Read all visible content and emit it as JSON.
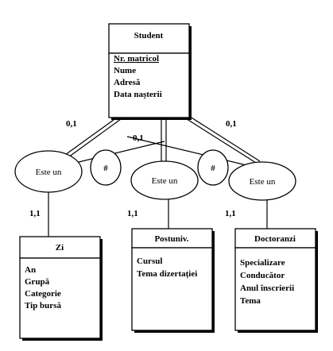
{
  "entities": {
    "student": {
      "title": "Student",
      "attributes": [
        "Nr. matricol",
        "Nume",
        "Adresă",
        "Data nașterii"
      ],
      "key_attribute": "Nr. matricol"
    },
    "zi": {
      "title": "Zi",
      "attributes": [
        "An",
        "Grupă",
        "Categorie",
        "Tip bursă"
      ]
    },
    "postuniv": {
      "title": "Postuniv.",
      "attributes": [
        "Cursul",
        "Tema dizertației"
      ]
    },
    "doctoranzi": {
      "title": "Doctoranzi",
      "attributes": [
        "Specializare",
        "Conducător",
        "Anul înscrierii",
        "Tema"
      ]
    }
  },
  "relationships": {
    "left": "Este un",
    "middle": "Este un",
    "right": "Este un"
  },
  "exclusion_marks": {
    "left": "#",
    "right": "#"
  },
  "cardinalities": {
    "student_left": "0,1",
    "student_middle": "0,1",
    "student_right": "0,1",
    "zi": "1,1",
    "postuniv": "1,1",
    "doctoranzi": "1,1"
  }
}
